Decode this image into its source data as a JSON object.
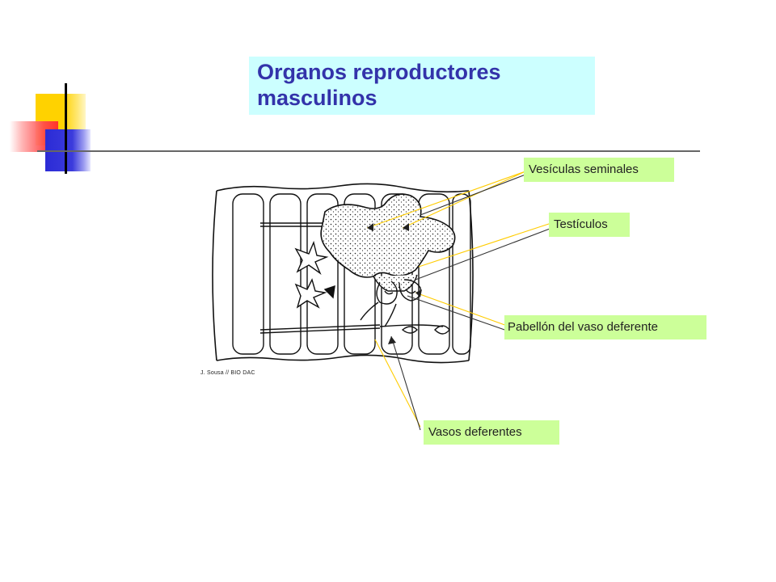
{
  "title": "Organos reproductores\nmasculinos",
  "labels": {
    "vesiculas": "Vesículas seminales",
    "testiculos": "Testículos",
    "pabellon": "Pabellón del vaso deferente",
    "vasos": "Vasos deferentes"
  },
  "credit": "J. Sousa // BIO DAC",
  "colors": {
    "title_bg": "#ccffff",
    "title_text": "#3333aa",
    "label_bg": "#ccff99",
    "leader_yellow": "#ffcc00",
    "leader_dark": "#333333"
  }
}
